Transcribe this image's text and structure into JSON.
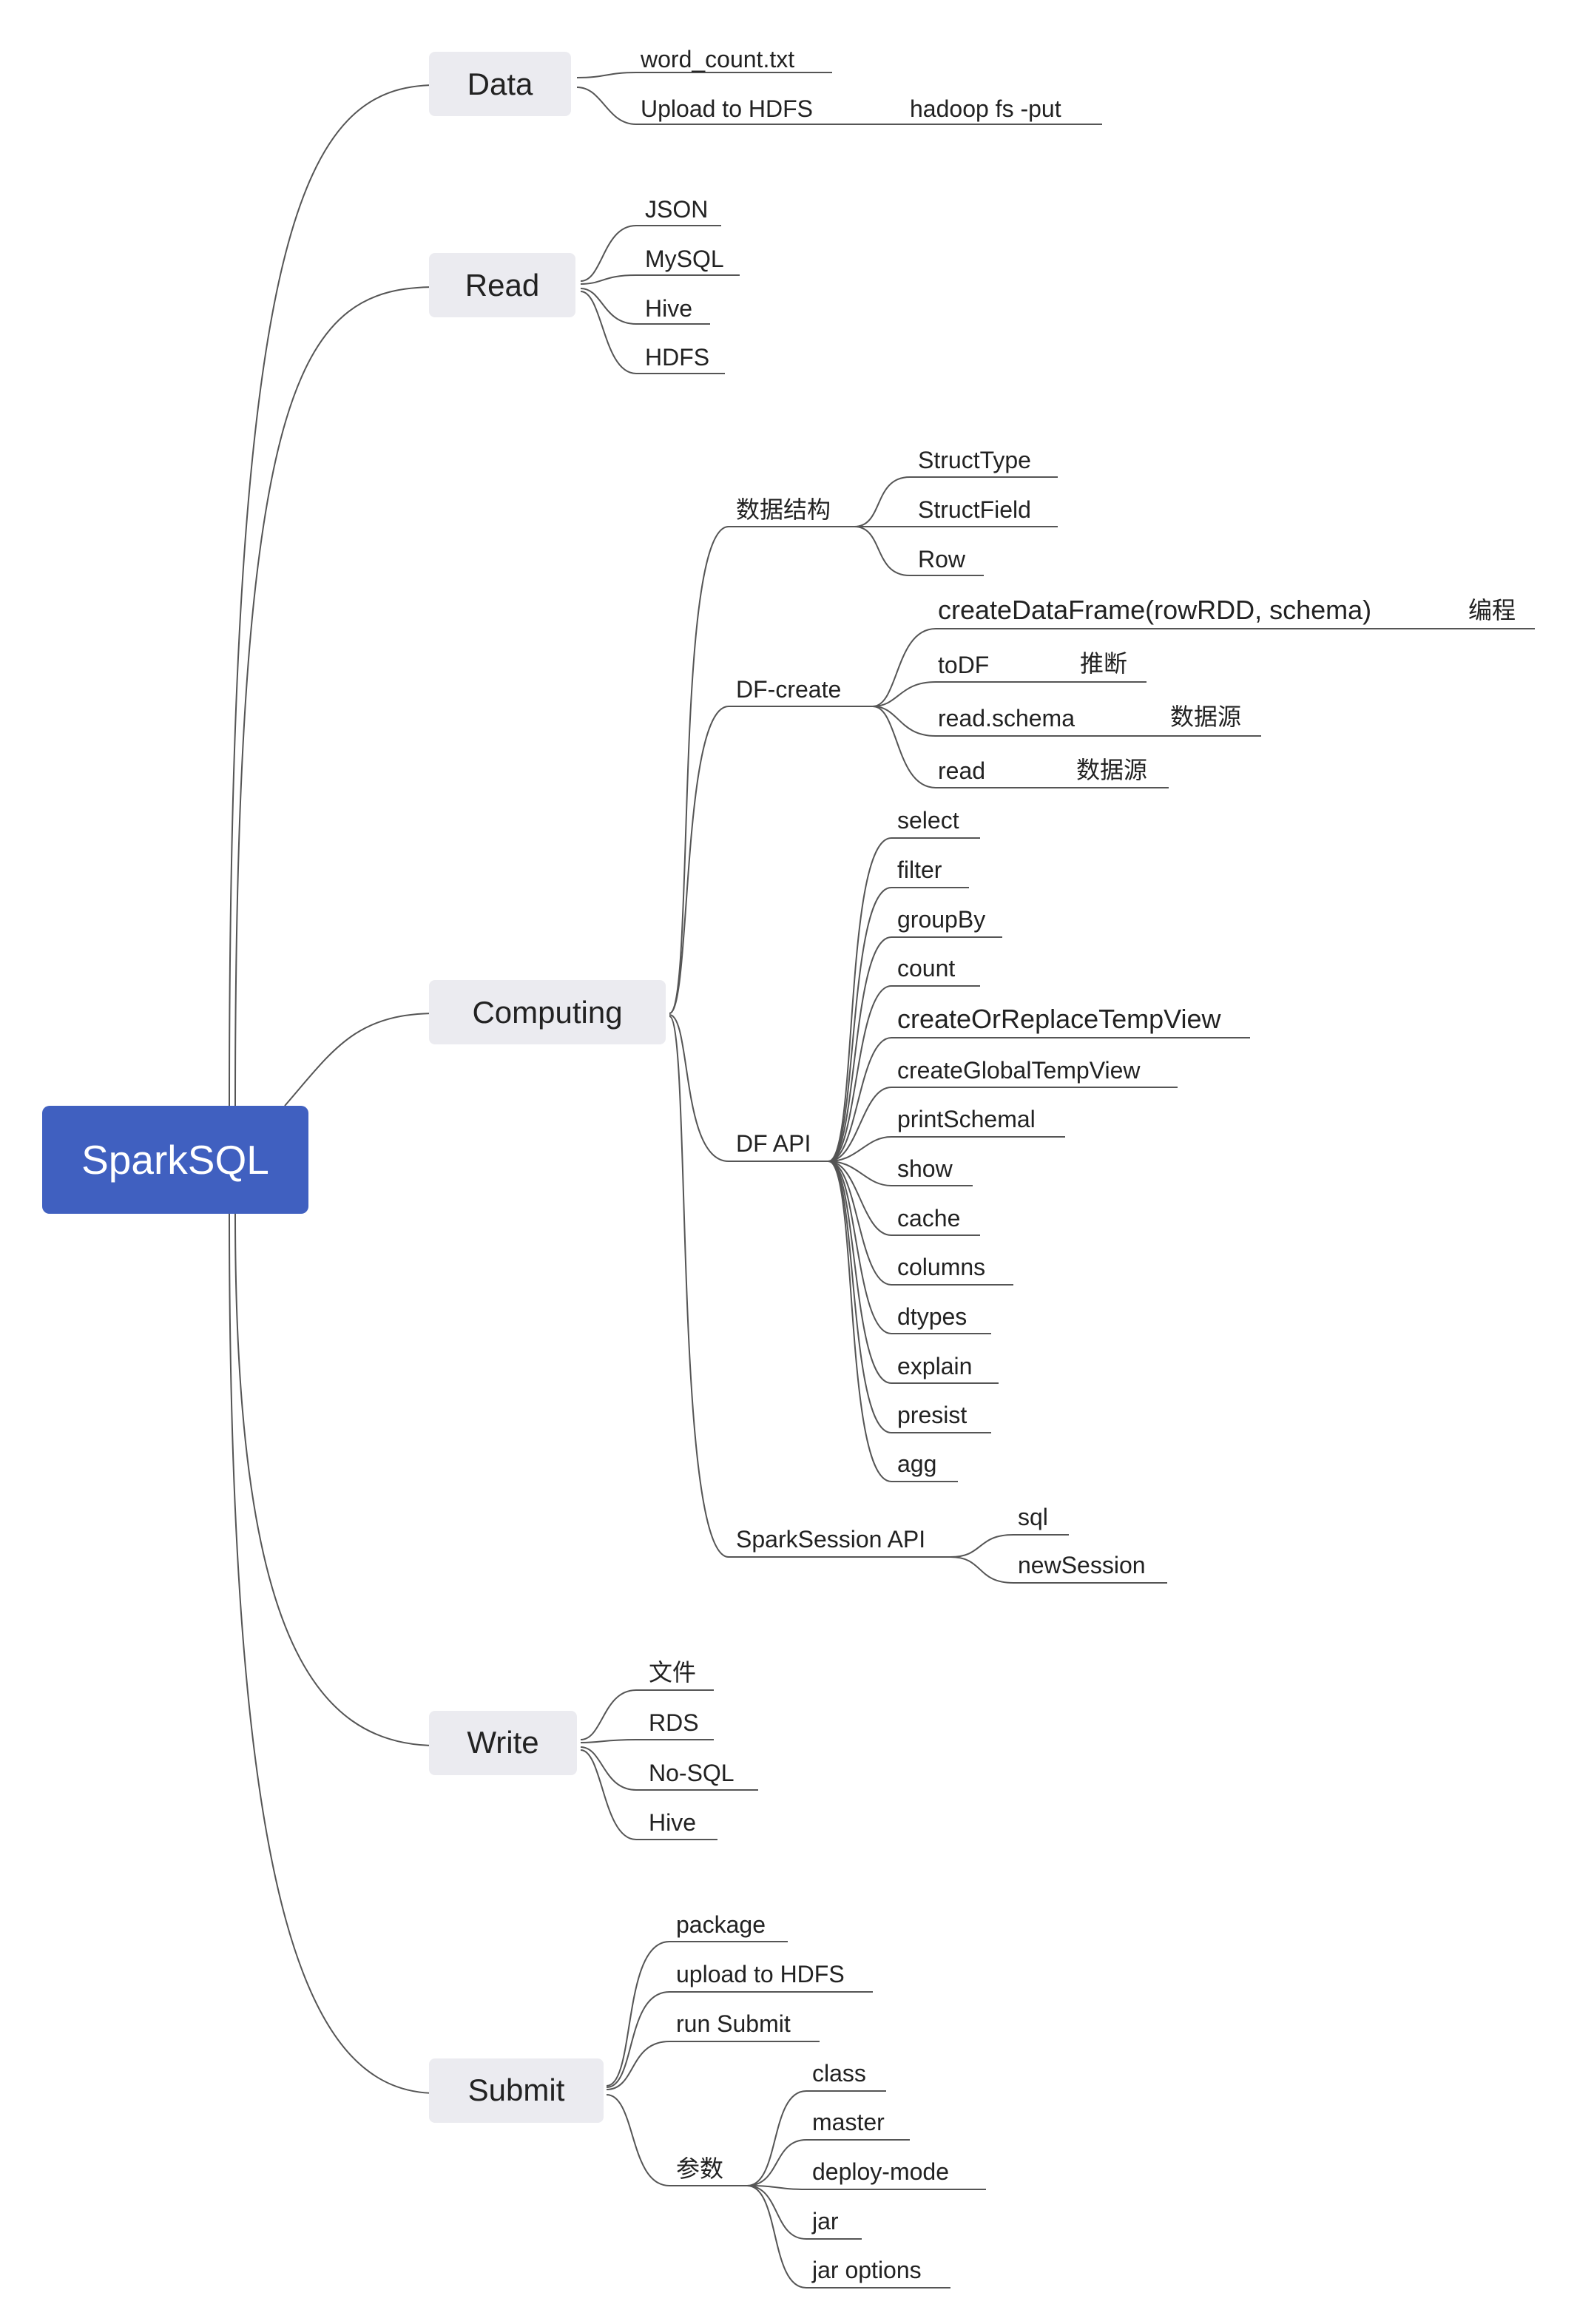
{
  "root": "SparkSQL",
  "branches": {
    "data": "Data",
    "read": "Read",
    "computing": "Computing",
    "write": "Write",
    "submit": "Submit"
  },
  "nodes": {
    "data": {
      "word_count": "word_count.txt",
      "upload": "Upload to HDFS",
      "hadoop_put": "hadoop fs -put"
    },
    "read": [
      "JSON",
      "MySQL",
      "Hive",
      "HDFS"
    ],
    "computing": {
      "data_structure": {
        "label": "数据结构",
        "items": [
          "StructType",
          "StructField",
          "Row"
        ]
      },
      "df_create": {
        "label": "DF-create",
        "items": [
          {
            "label": "createDataFrame(rowRDD, schema)",
            "note": "编程"
          },
          {
            "label": "toDF",
            "note": "推断"
          },
          {
            "label": "read.schema",
            "note": "数据源"
          },
          {
            "label": "read",
            "note": "数据源"
          }
        ]
      },
      "df_api": {
        "label": "DF API",
        "items": [
          "select",
          "filter",
          "groupBy",
          "count",
          "createOrReplaceTempView",
          "createGlobalTempView",
          "printSchemal",
          "show",
          "cache",
          "columns",
          "dtypes",
          "explain",
          "presist",
          "agg"
        ]
      },
      "session_api": {
        "label": "SparkSession API",
        "items": [
          "sql",
          "newSession"
        ]
      }
    },
    "write": [
      "文件",
      "RDS",
      "No-SQL",
      "Hive"
    ],
    "submit": {
      "items": [
        "package",
        "upload to HDFS",
        "run Submit"
      ],
      "params": {
        "label": "参数",
        "items": [
          "class",
          "master",
          "deploy-mode",
          "jar",
          "jar options"
        ]
      }
    }
  }
}
